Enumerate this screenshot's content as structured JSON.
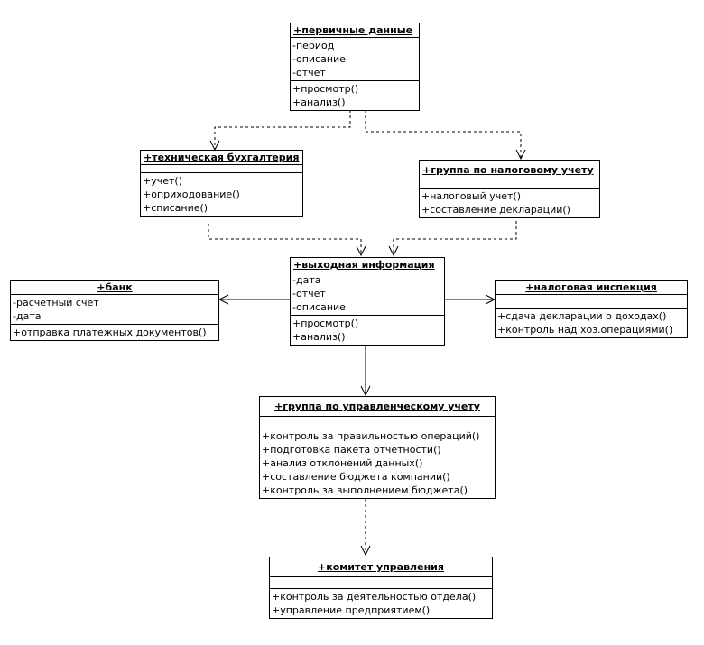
{
  "classes": {
    "primary": {
      "name": "+первичные данные",
      "attributes": [
        "-период",
        "-описание",
        "-отчет"
      ],
      "methods": [
        "+просмотр()",
        "+анализ()"
      ]
    },
    "tech": {
      "name": "+техническая бухгалтерия",
      "attributes": [],
      "methods": [
        "+учет()",
        "+оприходование()",
        "+списание()"
      ]
    },
    "tax_group": {
      "name": "+группа по налоговому учету",
      "attributes": [],
      "methods": [
        "+налоговый учет()",
        "+составление декларации()"
      ]
    },
    "output": {
      "name": "+выходная информация",
      "attributes": [
        "-дата",
        "-отчет",
        "-описание"
      ],
      "methods": [
        "+просмотр()",
        "+анализ()"
      ]
    },
    "bank": {
      "name": "+банк",
      "attributes": [
        "-расчетный счет",
        "-дата"
      ],
      "methods": [
        "+отправка платежных документов()"
      ]
    },
    "tax_insp": {
      "name": "+налоговая инспекция",
      "attributes": [],
      "methods": [
        "+сдача декларации о доходах()",
        "+контроль над хоз.операциями()"
      ]
    },
    "mgmt_group": {
      "name": "+группа по управленческому учету",
      "attributes": [],
      "methods": [
        "+контроль за правильностью операций()",
        "+подготовка пакета отчетности()",
        "+анализ отклонений данных()",
        "+составление бюджета компании()",
        "+контроль за выполнением бюджета()"
      ]
    },
    "committee": {
      "name": "+комитет управления",
      "attributes": [],
      "methods": [
        "+контроль за деятельностью отдела()",
        "+управление предприятием()"
      ]
    }
  },
  "relations": [
    {
      "from": "primary",
      "to": "tech",
      "style": "dependency"
    },
    {
      "from": "primary",
      "to": "tax_group",
      "style": "dependency"
    },
    {
      "from": "tech",
      "to": "output",
      "style": "dependency"
    },
    {
      "from": "tax_group",
      "to": "output",
      "style": "dependency"
    },
    {
      "from": "output",
      "to": "bank",
      "style": "association"
    },
    {
      "from": "output",
      "to": "tax_insp",
      "style": "association"
    },
    {
      "from": "output",
      "to": "mgmt_group",
      "style": "association"
    },
    {
      "from": "mgmt_group",
      "to": "committee",
      "style": "dependency"
    }
  ]
}
